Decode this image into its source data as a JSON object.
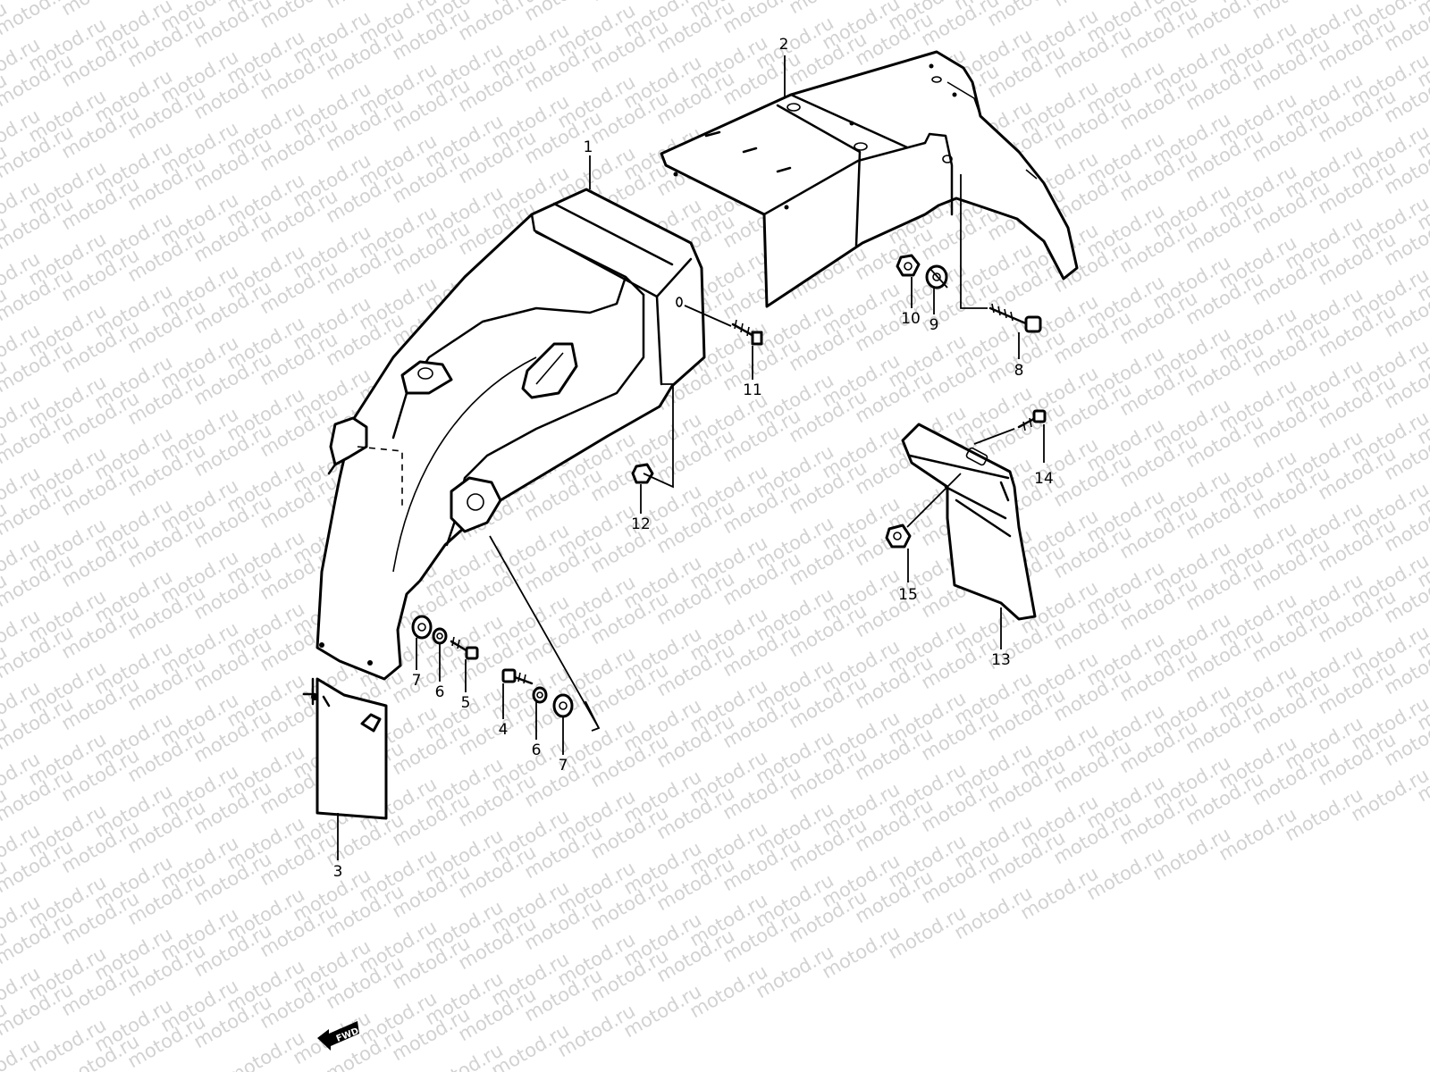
{
  "watermark": {
    "text": "motod.ru"
  },
  "parts": [
    {
      "id": "p1",
      "number": "1"
    },
    {
      "id": "p2",
      "number": "2"
    },
    {
      "id": "p3",
      "number": "3"
    },
    {
      "id": "p4",
      "number": "4"
    },
    {
      "id": "p5",
      "number": "5"
    },
    {
      "id": "p6a",
      "number": "6"
    },
    {
      "id": "p6b",
      "number": "6"
    },
    {
      "id": "p7a",
      "number": "7"
    },
    {
      "id": "p7b",
      "number": "7"
    },
    {
      "id": "p8",
      "number": "8"
    },
    {
      "id": "p9",
      "number": "9"
    },
    {
      "id": "p10",
      "number": "10"
    },
    {
      "id": "p11",
      "number": "11"
    },
    {
      "id": "p12",
      "number": "12"
    },
    {
      "id": "p13",
      "number": "13"
    },
    {
      "id": "p14",
      "number": "14"
    },
    {
      "id": "p15",
      "number": "15"
    }
  ],
  "direction_badge": {
    "text": "FWD"
  }
}
